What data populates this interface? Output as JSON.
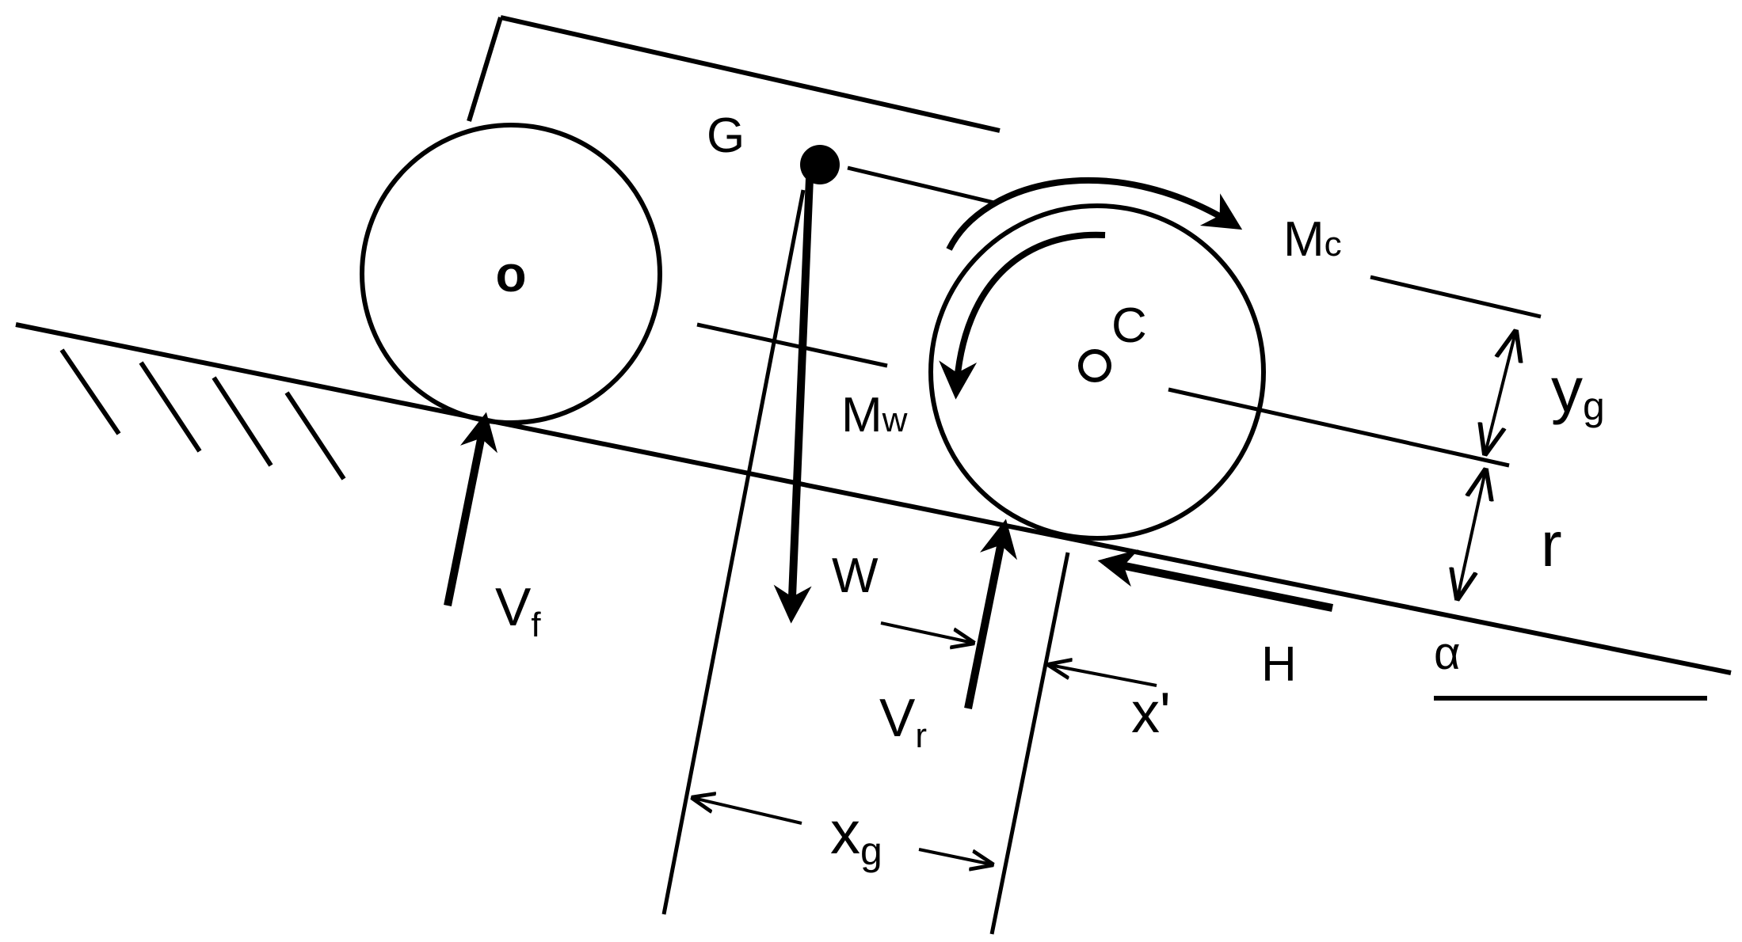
{
  "labels": {
    "G": "G",
    "Mc": {
      "main": "M",
      "sub": "c"
    },
    "C": "C",
    "Mw": {
      "main": "M",
      "sub": "w"
    },
    "W": "W",
    "Vf": {
      "main": "V",
      "sub": "f"
    },
    "Vr": {
      "main": "V",
      "sub": "r"
    },
    "H": "H",
    "xprime": "x'",
    "xg": {
      "main": "x",
      "sub": "g"
    },
    "yg": {
      "main": "y",
      "sub": "g"
    },
    "r": "r",
    "alpha": "α"
  },
  "colors": {
    "ink": "#000000",
    "background": "#ffffff"
  }
}
